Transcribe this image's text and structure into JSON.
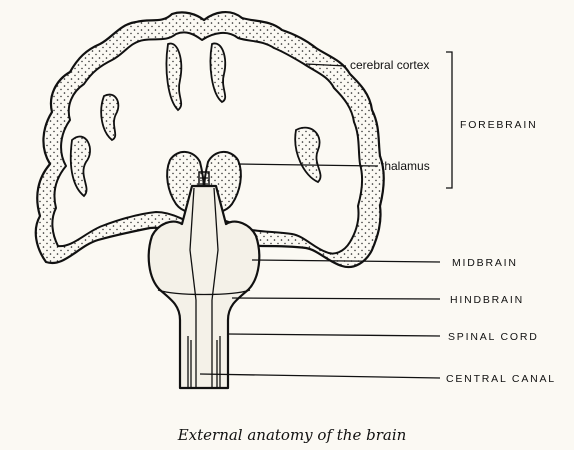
{
  "labels": {
    "cerebral_cortex": "cerebral cortex",
    "thalamus": "thalamus",
    "forebrain": "FOREBRAIN",
    "midbrain": "MIDBRAIN",
    "hindbrain": "HINDBRAIN",
    "spinal_cord": "SPINAL CORD",
    "central_canal": "CENTRAL CANAL"
  },
  "caption": "External anatomy of the brain",
  "colors": {
    "ink": "#111111",
    "paper": "#fbf9f3"
  }
}
